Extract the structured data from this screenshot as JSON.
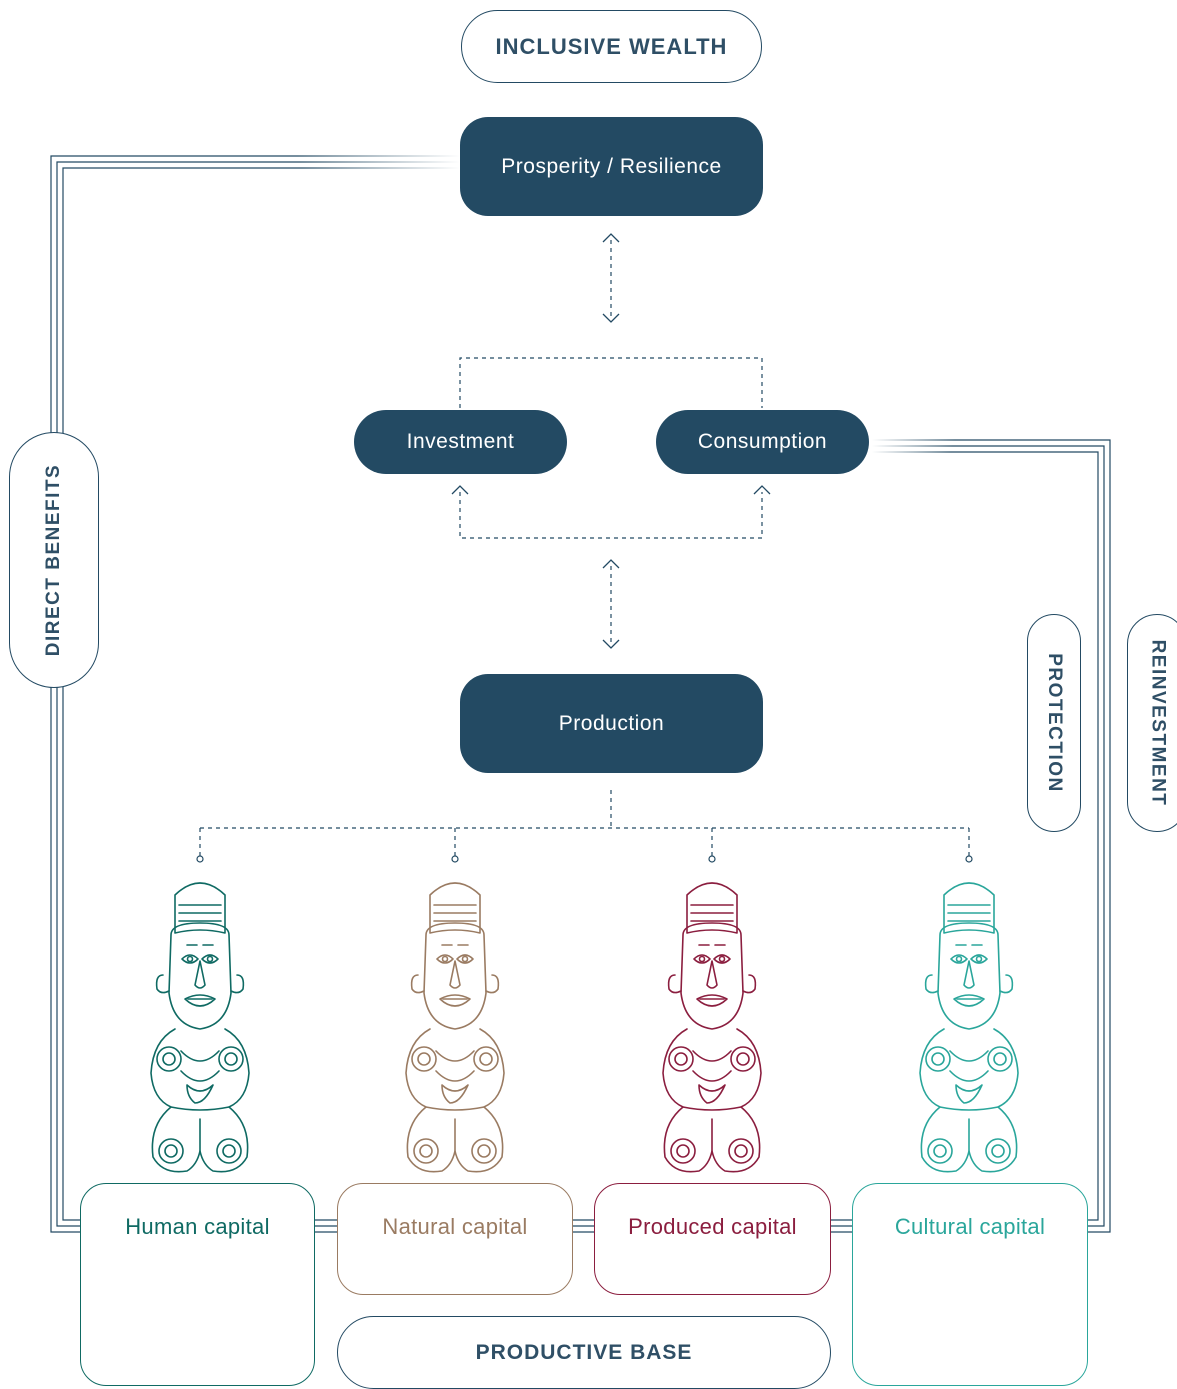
{
  "header": {
    "title": "INCLUSIVE WEALTH"
  },
  "nodes": {
    "prosperity": "Prosperity / Resilience",
    "investment": "Investment",
    "consumption": "Consumption",
    "production": "Production"
  },
  "side_labels": {
    "direct_benefits": "DIRECT BENEFITS",
    "protection": "PROTECTION",
    "reinvestment": "REINVESTMENT"
  },
  "capitals": [
    {
      "label": "Human capital",
      "color": "#0f6a63"
    },
    {
      "label": "Natural capital",
      "color": "#9a7b62"
    },
    {
      "label": "Produced capital",
      "color": "#8b1e3f"
    },
    {
      "label": "Cultural capital",
      "color": "#2aa69b"
    }
  ],
  "footer": {
    "label": "PRODUCTIVE BASE"
  },
  "colors": {
    "navy": "#234a63",
    "text": "#2f4f66"
  },
  "icons": [
    "tiki-figure-icon",
    "arrow-up-icon",
    "arrow-down-icon",
    "connector-dot-icon"
  ]
}
